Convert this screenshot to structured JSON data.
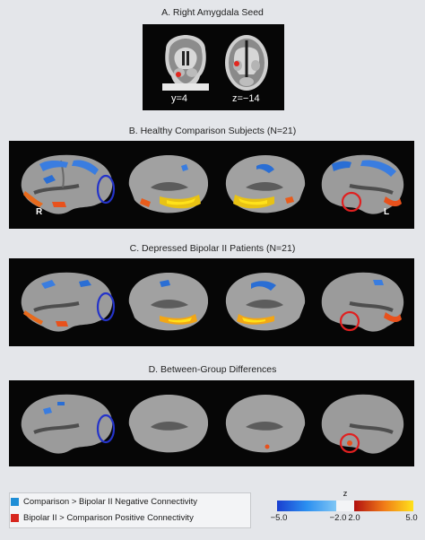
{
  "panels": {
    "a": {
      "title": "A. Right Amygdala Seed",
      "coronal_label": "y=4",
      "axial_label": "z=−14"
    },
    "b": {
      "title": "B. Healthy Comparison Subjects (N=21)",
      "right_label": "R",
      "left_label": "L"
    },
    "c": {
      "title": "C. Depressed Bipolar II Patients (N=21)"
    },
    "d": {
      "title": "D. Between-Group Differences"
    }
  },
  "legend": {
    "items": [
      {
        "label": "Comparison > Bipolar II Negative Connectivity",
        "color": "#1f8ed6"
      },
      {
        "label": "Bipolar II > Comparison Positive Connectivity",
        "color": "#d7261e"
      }
    ]
  },
  "colorbar": {
    "title": "z",
    "ticks": [
      "−5.0",
      "−2.0",
      "2.0",
      "5.0"
    ],
    "negative_colors": [
      "#1a3fd0",
      "#2b8ff0",
      "#7fc6f5"
    ],
    "positive_colors": [
      "#b11010",
      "#f07a18",
      "#ffe21a"
    ]
  },
  "colors": {
    "background": "#e4e6ea",
    "panel": "#060606",
    "blue_circle": "#2433c9",
    "red_circle": "#e02020"
  }
}
